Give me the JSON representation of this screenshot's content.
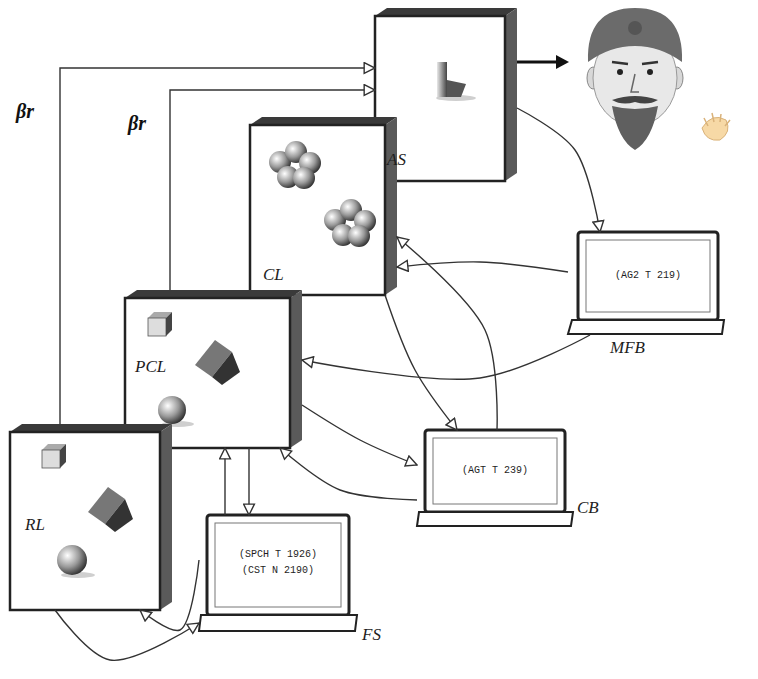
{
  "diagram": {
    "nodes": [
      {
        "text": [
          "AS"
        ]
      },
      {
        "text": [
          "CL"
        ]
      },
      {
        "text": [
          "PCL"
        ]
      },
      {
        "text": [
          "RL"
        ]
      },
      {
        "text": [
          "(AG2 T 219)",
          "MFB"
        ]
      },
      {
        "text": [
          "(AGT T 239)",
          "CB"
        ]
      },
      {
        "text": [
          "(SPCH T 1926)",
          "(CST N 2190)",
          "FS"
        ]
      }
    ],
    "edges": [
      {
        "from": 3,
        "to": 0,
        "arrow": "to",
        "label": "βr"
      },
      {
        "from": 2,
        "to": 0,
        "arrow": "to",
        "label": "βr"
      },
      {
        "from": 0,
        "to": 4,
        "arrow": "to"
      },
      {
        "from": 4,
        "to": 1,
        "arrow": "to"
      },
      {
        "from": 4,
        "to": 2,
        "arrow": "to"
      },
      {
        "from": 1,
        "to": 5,
        "arrow": "to"
      },
      {
        "from": 5,
        "to": 1,
        "arrow": "to"
      },
      {
        "from": 2,
        "to": 5,
        "arrow": "to"
      },
      {
        "from": 5,
        "to": 2,
        "arrow": "to"
      },
      {
        "from": 2,
        "to": 6,
        "arrow": "to"
      },
      {
        "from": 6,
        "to": 2,
        "arrow": "to"
      },
      {
        "from": 3,
        "to": 6,
        "arrow": "to"
      },
      {
        "from": 6,
        "to": 3,
        "arrow": "to"
      }
    ]
  }
}
